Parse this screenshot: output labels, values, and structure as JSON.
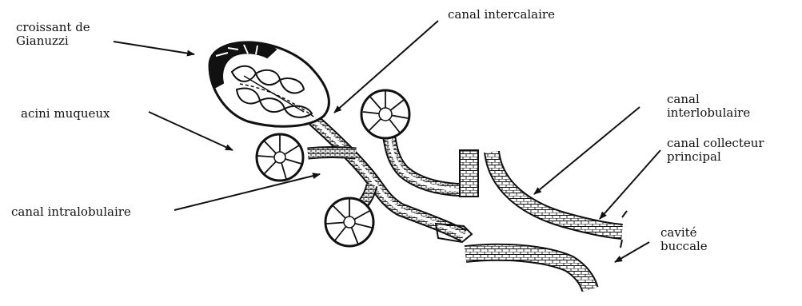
{
  "labels": {
    "croissant": [
      "croissant de",
      "Gianuzzi"
    ],
    "intercalaire": "canal intercalaire",
    "acini": "acini muqueux",
    "interlobulaire": [
      "canal",
      "interlobulaire"
    ],
    "collecteur": [
      "canal collecteur",
      "principal"
    ],
    "intralobulaire": "canal intralobulaire",
    "cavite": [
      "cavité",
      "buccale"
    ]
  },
  "colors": {
    "ink": "#111111",
    "background": "#ffffff"
  }
}
